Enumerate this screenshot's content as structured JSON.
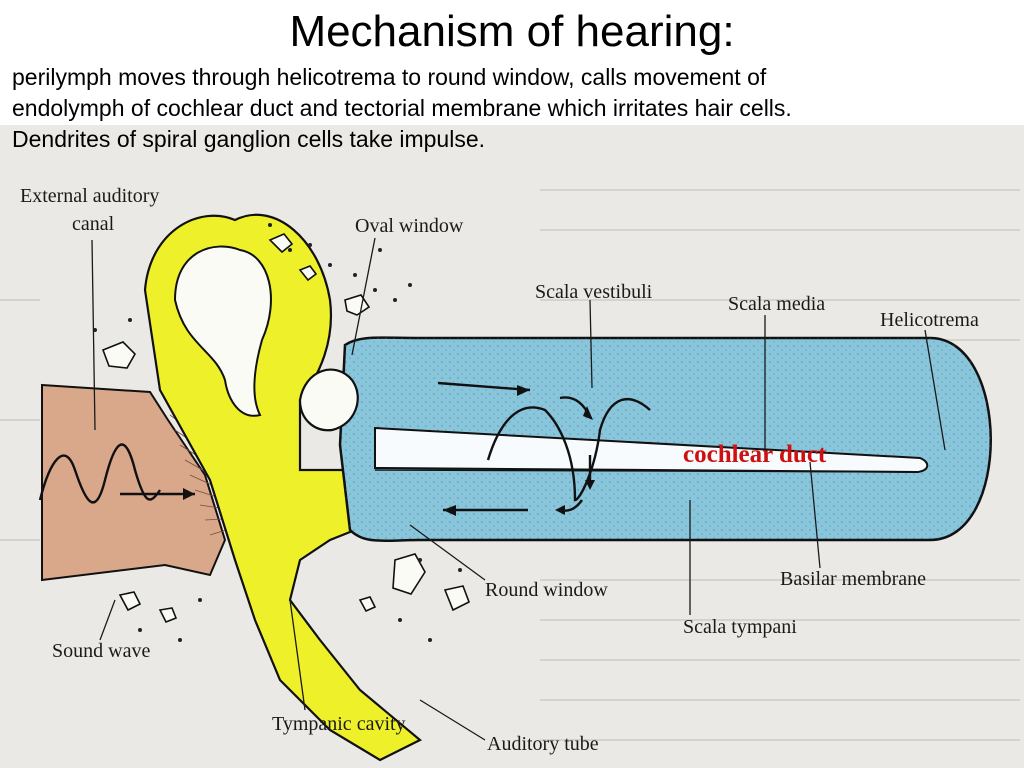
{
  "slide": {
    "title": "Mechanism of hearing:",
    "text_lines": [
      "perilymph moves through helicotrema to round window, calls movement of",
      "endolymph of cochlear duct and tectorial membrane which irritates hair cells.",
      "Dendrites of spiral ganglion cells take impulse."
    ]
  },
  "diagram": {
    "labels": {
      "external_auditory_1": "External auditory",
      "external_auditory_2": "canal",
      "oval_window": "Oval window",
      "scala_vestibuli": "Scala vestibuli",
      "scala_media": "Scala media",
      "helicotrema": "Helicotrema",
      "cochlear_duct": "cochlear duct",
      "round_window": "Round window",
      "basilar_membrane": "Basilar membrane",
      "scala_tympani": "Scala tympani",
      "sound_wave": "Sound wave",
      "tympanic_cavity": "Tympanic cavity",
      "auditory_tube": "Auditory  tube"
    },
    "colors": {
      "perilymph_blue": "#89c6dc",
      "middle_ear_yellow": "#eef02a",
      "canal_tan": "#d9a88a",
      "highlight_red": "#d01010",
      "page_bg": "#e9e7e3"
    }
  }
}
